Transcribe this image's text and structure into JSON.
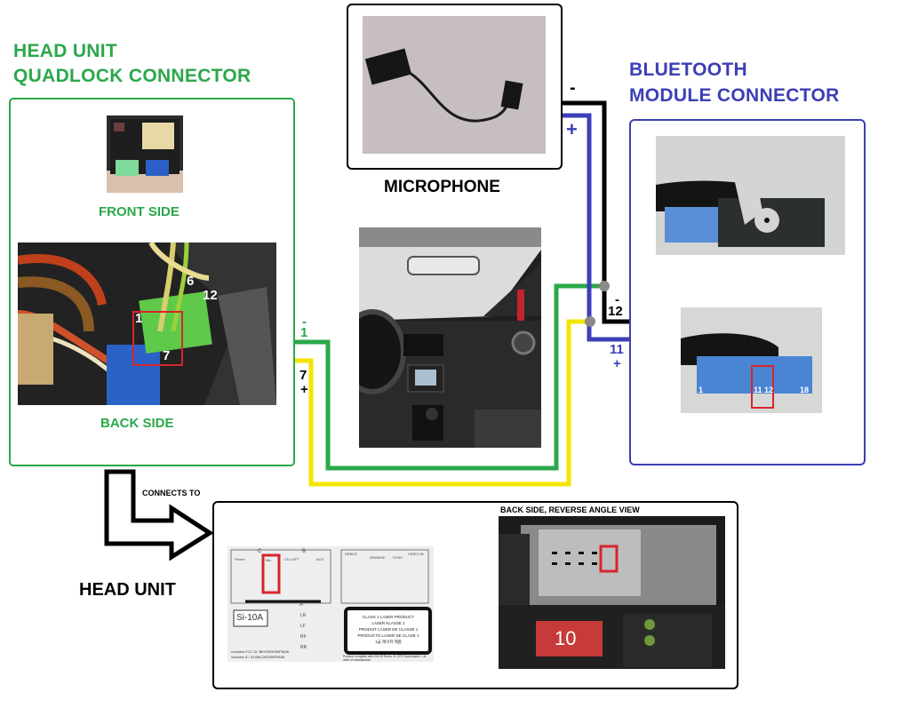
{
  "head_unit_connector": {
    "title_line1": "HEAD UNIT",
    "title_line2": "QUADLOCK CONNECTOR",
    "front_label": "FRONT SIDE",
    "back_label": "BACK SIDE",
    "back_pin_labels": [
      "1",
      "6",
      "7",
      "12"
    ]
  },
  "bluetooth_module": {
    "title_line1": "BLUETOOTH",
    "title_line2": "MODULE CONNECTOR",
    "connector_pin_labels": [
      "1",
      "11",
      "12",
      "18"
    ]
  },
  "microphone": {
    "label": "MICROPHONE",
    "minus": "-",
    "plus": "+"
  },
  "wires": {
    "green": {
      "pin_left": "1",
      "polarity_left": "-",
      "color": "#2ba84a"
    },
    "yellow": {
      "pin_left": "7",
      "polarity_left": "+",
      "color": "#f5e400"
    },
    "black": {
      "pin_right": "12",
      "polarity_right": "-",
      "color": "#000000"
    },
    "blue": {
      "pin_right": "11",
      "polarity_right": "+",
      "color": "#3c3fb5"
    },
    "junction_color": "#8a8a8a"
  },
  "connects_to": {
    "arrow_label": "CONNECTS TO",
    "target_label": "HEAD UNIT"
  },
  "head_unit_panel": {
    "reverse_view_label": "BACK SIDE, REVERSE ANGLE VIEW",
    "label_sticker": {
      "sections": [
        "C",
        "B",
        "A"
      ],
      "groups": [
        "Phone",
        "Mic",
        "CD-LEFT",
        "AUX",
        "DEBUS",
        "ORANGE",
        "SYNC",
        "VIDEO IN"
      ],
      "model": "Si-10A",
      "speakers": [
        "LR",
        "LF",
        "RF",
        "RR"
      ],
      "laser_lines": [
        "CLASS 1 LASER PRODUCT",
        "LASER KLASSE 1",
        "PRODUIT LASER DE CLASSE 1",
        "PRODUCTO LASER DE CLASE 1",
        "1급 레이저 제품"
      ],
      "fcc_line1": "contains FCC ID: BKXDE5050PIA06",
      "fcc_line2": "includes IC: 5139A-DE5050PIA06",
      "compliance": "Product complies with DHHS Rules 21 CFR Subchapter J at date of manufacture."
    },
    "fuse_value": "10"
  }
}
